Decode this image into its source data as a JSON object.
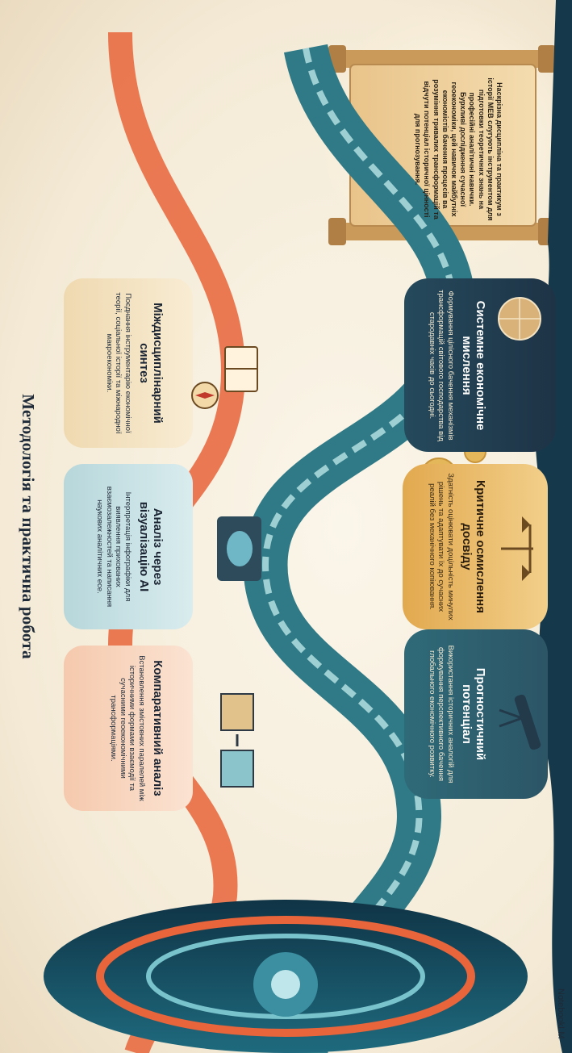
{
  "title": "Методологія та практична робота",
  "scroll_text": "Наскрізна дисципліна та практикум з історії МЕВ слугують інструментом для підготовки теоретичних знань на професійні аналітичні навички. Бурхливі дослідження сучасної геоекономіки, цей навичок майбутніх економістів бачення процесів ва розуміння тривалих трансформацій та відчути потенціал історичної цінності для прогнозування.",
  "cards": {
    "systemic": {
      "title": "Системне економічне мислення",
      "text": "Формування цілісного бачення механізмів трансформацій світового господарства від стародавніх часів до сьогодні."
    },
    "critical": {
      "title": "Критичне осмислення досвіду",
      "text": "Здатність оцінювати доцільність минулих рішень та адаптувати їх до сучасних реалій без механічного копіювання."
    },
    "forecast": {
      "title": "Прогностичний потенціал",
      "text": "Використання історичних аналогій для формування перспективного бачення глобального економічного розвитку."
    },
    "interdisciplinary": {
      "title": "Міждисциплінарний синтез",
      "text": "Поєднання інструментарію економічної теорії, соціальної історії та міжнародної макроекономіки."
    },
    "ai": {
      "title": "Аналіз через візуалізацію AI",
      "text": "Інтерпретація інфографіки для виявлення прихованих взаємозалежностей та написання наукових аналітичних есе."
    },
    "comparative": {
      "title": "Компаративний аналіз",
      "text": "Встановлення змістовних паралелей між історичними формами взаємодії та сучасними геоекономічними трансформаціями."
    }
  },
  "logo": "NotebookLM",
  "colors": {
    "navy": "#1e3a4e",
    "teal": "#2f7a86",
    "gold": "#e0a54a",
    "orange": "#e8643a",
    "cream": "#f6efe2"
  }
}
